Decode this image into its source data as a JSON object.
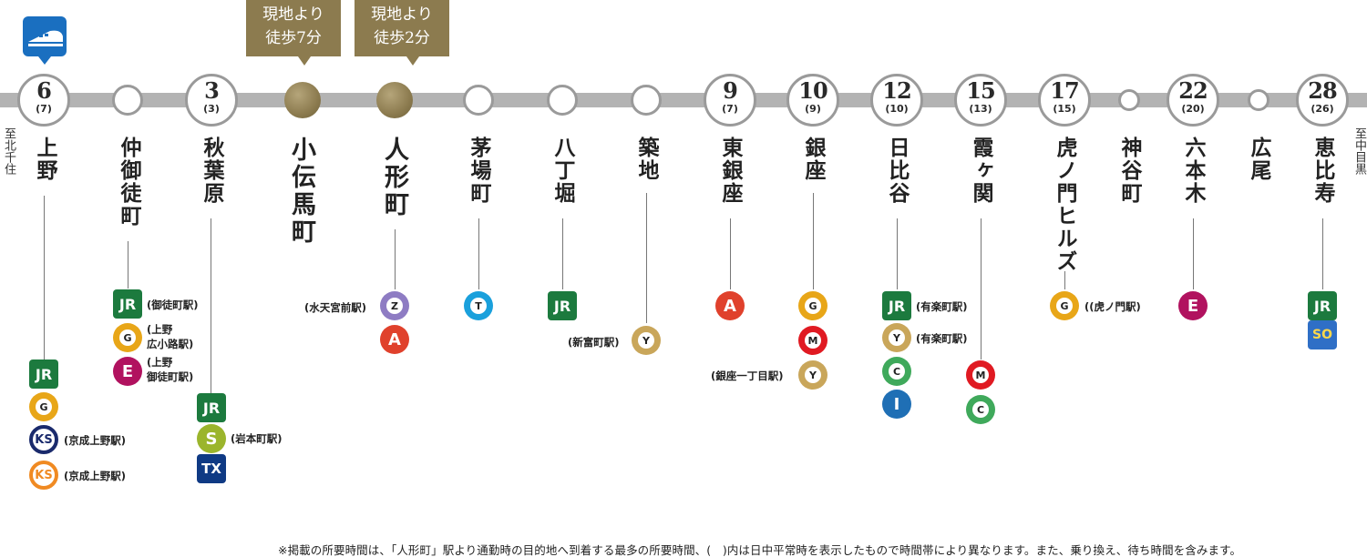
{
  "callouts": [
    {
      "text1": "現地より",
      "text2": "徒歩7分"
    },
    {
      "text1": "現地より",
      "text2": "徒歩2分"
    }
  ],
  "edges": {
    "left": "至北千住",
    "right": "至中目黒"
  },
  "stations": [
    {
      "name": "上野",
      "minutes": "6",
      "off_peak": "(7)",
      "kind": "big"
    },
    {
      "name": "仲御徒町",
      "kind": "small"
    },
    {
      "name": "秋葉原",
      "minutes": "3",
      "off_peak": "(3)",
      "kind": "big"
    },
    {
      "name": "小伝馬町",
      "kind": "gold"
    },
    {
      "name": "人形町",
      "kind": "gold"
    },
    {
      "name": "茅場町",
      "kind": "small"
    },
    {
      "name": "八丁堀",
      "kind": "small"
    },
    {
      "name": "築地",
      "kind": "small"
    },
    {
      "name": "東銀座",
      "minutes": "9",
      "off_peak": "(7)",
      "kind": "big"
    },
    {
      "name": "銀座",
      "minutes": "10",
      "off_peak": "(9)",
      "kind": "big"
    },
    {
      "name": "日比谷",
      "minutes": "12",
      "off_peak": "(10)",
      "kind": "big"
    },
    {
      "name": "霞ヶ関",
      "minutes": "15",
      "off_peak": "(13)",
      "kind": "big"
    },
    {
      "name": "虎ノ門ヒルズ",
      "minutes": "17",
      "off_peak": "(15)",
      "kind": "big"
    },
    {
      "name": "神谷町",
      "kind": "tiny"
    },
    {
      "name": "六本木",
      "minutes": "22",
      "off_peak": "(20)",
      "kind": "big"
    },
    {
      "name": "広尾",
      "kind": "tiny"
    },
    {
      "name": "恵比寿",
      "minutes": "28",
      "off_peak": "(26)",
      "kind": "big"
    }
  ],
  "badges": {
    "jr": "JR",
    "g": "G",
    "ks": "KS",
    "e": "E",
    "s": "S",
    "tx": "TX",
    "z": "Z",
    "a": "A",
    "t": "T",
    "y": "Y",
    "m": "M",
    "c": "C",
    "i": "I",
    "so": "SO"
  },
  "notes": {
    "keisei_ueno": "(京成上野駅)",
    "okachimachi": "(御徒町駅)",
    "ueno_hirokoji": "(上野\n広小路駅)",
    "ueno_okachimachi": "(上野\n御徒町駅)",
    "iwamotocho": "(岩本町駅)",
    "suitengumae": "(水天宮前駅)",
    "shintomicho": "(新富町駅)",
    "ginza_itchome": "(銀座一丁目駅)",
    "yurakucho": "(有楽町駅)",
    "toranomon": "((虎ノ門駅)"
  },
  "colors": {
    "line": "#b3b3b3",
    "gold": "#8c7b4f",
    "jr": "#1c7a3e",
    "ginza": "#e8a618",
    "keisei_dark": "#1a2a6c",
    "keisei_orange": "#f08a22",
    "oedo": "#b1125f",
    "shinjuku": "#9bb52c",
    "tx": "#0f3a84",
    "hanzomon": "#8e7cc3",
    "asakusa": "#e0412c",
    "tozai": "#1aa0dc",
    "yurakucho_line": "#c9a65a",
    "marunouchi": "#e01a22",
    "chiyoda": "#3fa95b",
    "mita": "#1f6fb5",
    "sotetsu": "#2f6fc6",
    "shinkansen": "#1a6fc0"
  },
  "footnote": "※掲載の所要時間は、「人形町」駅より通勤時の目的地へ到着する最多の所要時間、(　)内は日中平常時を表示したもので時間帯により異なります。また、乗り換え、待ち時間を含みます。"
}
